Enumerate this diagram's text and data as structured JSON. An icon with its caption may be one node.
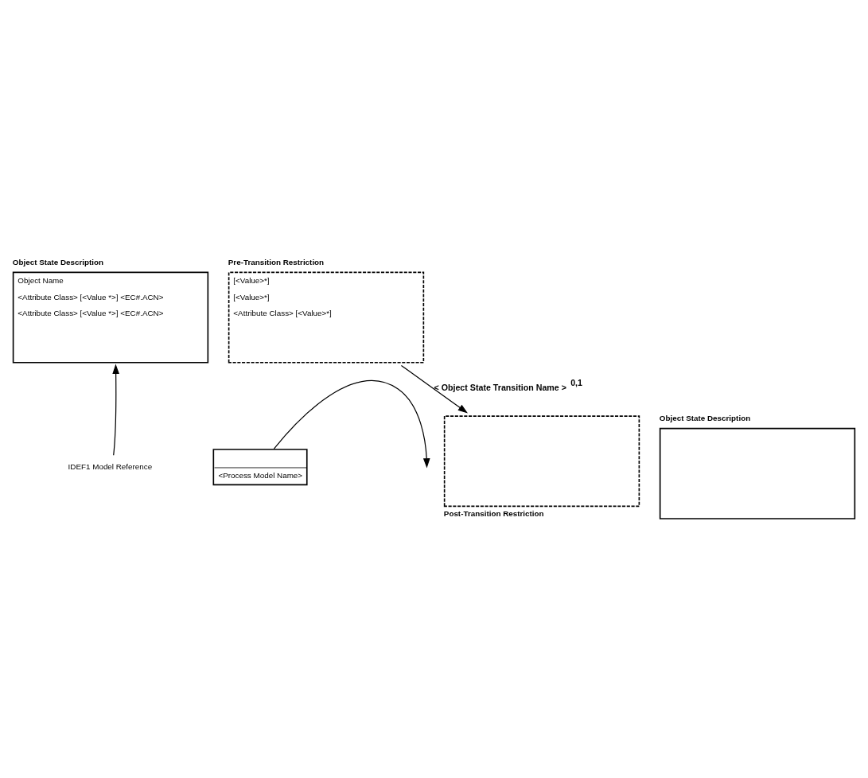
{
  "diagram": {
    "nodes": [
      {
        "text": [
          "Object State Description",
          "Object Name",
          "<Attribute Class> [<Value *>] <EC#.ACN>",
          "<Attribute Class> [<Value *>] <EC#.ACN>"
        ]
      },
      {
        "text": [
          "Pre-Transition Restriction",
          "[<Value>*]",
          "[<Value>*]",
          "<Attribute Class> [<Value>*]"
        ]
      },
      {
        "text": [
          "IDEF1 Model Reference"
        ]
      },
      {
        "text": [
          "<Process Model Name>"
        ]
      },
      {
        "text": [
          "Object State Description"
        ]
      },
      {
        "text": [
          "Post-Transition Restriction"
        ]
      }
    ],
    "edges": [
      {
        "from": 2,
        "to": 0,
        "arrow": "to"
      },
      {
        "from": 3,
        "to": null,
        "arrow": "to"
      },
      {
        "from": 1,
        "to": 5,
        "arrow": "to",
        "label": "< Object State Transition Name >$^{0,1}$"
      }
    ]
  }
}
